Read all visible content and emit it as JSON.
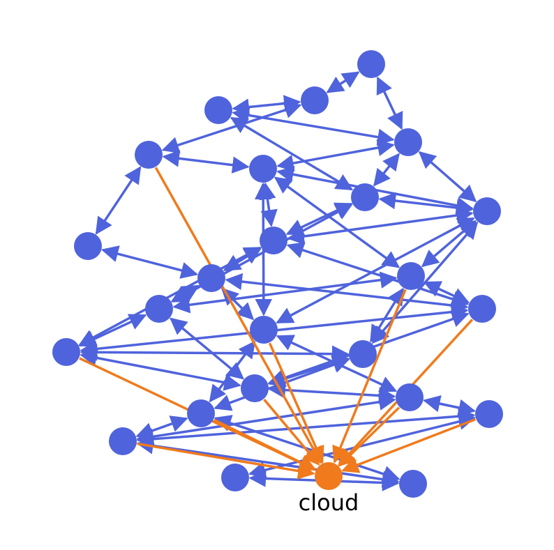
{
  "colors": {
    "node": "#4F63DC",
    "edge": "#4F63DC",
    "cloud": "#F07A1C",
    "cloud_edge": "#F07A1C",
    "background": "#FFFFFF"
  },
  "cloud_node": {
    "label": "cloud"
  },
  "nodes": [
    "n1",
    "n2",
    "n3",
    "n4",
    "n5",
    "n6",
    "n7",
    "n8",
    "n9",
    "n10",
    "n11",
    "n12",
    "n13",
    "n14",
    "n15",
    "n16",
    "n17",
    "n18",
    "n19",
    "n20",
    "n21",
    "n22",
    "n23",
    "n24"
  ],
  "edges": [
    [
      "n1",
      "n4"
    ],
    [
      "n1",
      "n2"
    ],
    [
      "n2",
      "n3"
    ],
    [
      "n3",
      "n4"
    ],
    [
      "n2",
      "n5"
    ],
    [
      "n4",
      "n8"
    ],
    [
      "n4",
      "n6"
    ],
    [
      "n5",
      "n6"
    ],
    [
      "n6",
      "n9"
    ],
    [
      "n5",
      "n7"
    ],
    [
      "n6",
      "n10"
    ],
    [
      "n6",
      "n12"
    ],
    [
      "n7",
      "n11"
    ],
    [
      "n6",
      "n14"
    ],
    [
      "n8",
      "n9"
    ],
    [
      "n8",
      "n10"
    ],
    [
      "n8",
      "n13"
    ],
    [
      "n9",
      "n10"
    ],
    [
      "n9",
      "n12"
    ],
    [
      "n9",
      "n14"
    ],
    [
      "n10",
      "n11"
    ],
    [
      "n10",
      "n16"
    ],
    [
      "n10",
      "n15"
    ],
    [
      "n11",
      "n14"
    ],
    [
      "n11",
      "n13"
    ],
    [
      "n12",
      "n13"
    ],
    [
      "n12",
      "n17"
    ],
    [
      "n12",
      "n15"
    ],
    [
      "n13",
      "n18"
    ],
    [
      "n14",
      "n19"
    ],
    [
      "n14",
      "n20"
    ],
    [
      "n15",
      "n18"
    ],
    [
      "n15",
      "n16"
    ],
    [
      "n16",
      "n18"
    ],
    [
      "n16",
      "n17"
    ],
    [
      "n17",
      "n18"
    ],
    [
      "n17",
      "n20"
    ],
    [
      "n18",
      "n19"
    ],
    [
      "n19",
      "n22"
    ],
    [
      "n19",
      "n21"
    ],
    [
      "n20",
      "n24"
    ],
    [
      "n20",
      "n22"
    ],
    [
      "n21",
      "n22"
    ],
    [
      "n21",
      "n23"
    ],
    [
      "n22",
      "n24"
    ],
    [
      "n23",
      "n24"
    ],
    [
      "n8",
      "n3"
    ],
    [
      "n9",
      "n4"
    ],
    [
      "n15",
      "n11"
    ],
    [
      "n16",
      "n13"
    ],
    [
      "n17",
      "n9"
    ],
    [
      "n21",
      "n19"
    ]
  ],
  "cloud_edges": [
    "n5",
    "n12",
    "n14",
    "n15",
    "n16",
    "n18",
    "n19",
    "n20",
    "n21",
    "n22"
  ]
}
